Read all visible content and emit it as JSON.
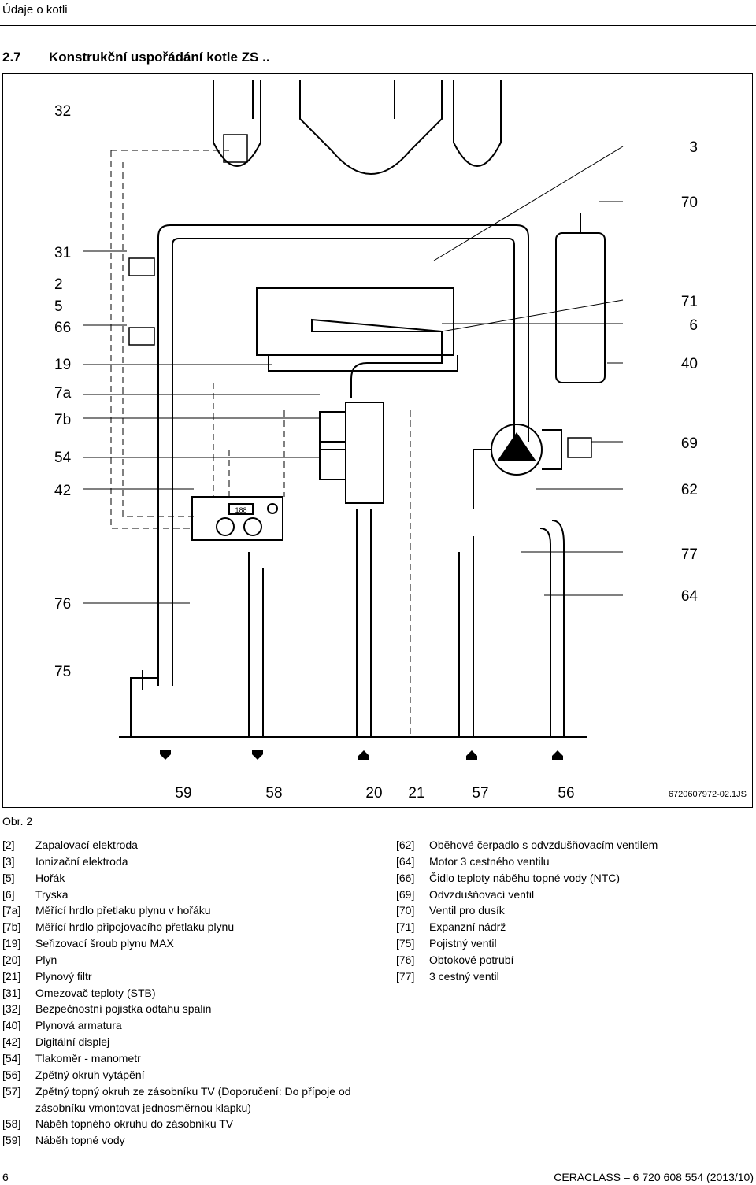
{
  "header": {
    "title": "Údaje o kotli"
  },
  "section": {
    "number": "2.7",
    "title": "Konstrukční uspořádání kotle ZS .."
  },
  "figure": {
    "doc_code": "6720607972-02.1JS",
    "caption": "Obr. 2",
    "labels_left": [
      "32",
      "31",
      "2",
      "5",
      "66",
      "19",
      "7a",
      "7b",
      "54",
      "42",
      "76",
      "75"
    ],
    "labels_right": [
      "3",
      "70",
      "71",
      "6",
      "40",
      "69",
      "62",
      "77",
      "64"
    ],
    "labels_bottom": [
      "59",
      "58",
      "20",
      "21",
      "57",
      "56"
    ],
    "display_readout": "188"
  },
  "legend_left": [
    {
      "key": "[2]",
      "text": "Zapalovací elektroda"
    },
    {
      "key": "[3]",
      "text": "Ionizační elektroda"
    },
    {
      "key": "[5]",
      "text": "Hořák"
    },
    {
      "key": "[6]",
      "text": "Tryska"
    },
    {
      "key": "[7a]",
      "text": "Měřící hrdlo přetlaku plynu v hořáku"
    },
    {
      "key": "[7b]",
      "text": "Měřící hrdlo připojovacího přetlaku plynu"
    },
    {
      "key": "[19]",
      "text": "Seřizovací šroub plynu MAX"
    },
    {
      "key": "[20]",
      "text": "Plyn"
    },
    {
      "key": "[21]",
      "text": "Plynový filtr"
    },
    {
      "key": "[31]",
      "text": "Omezovač teploty (STB)"
    },
    {
      "key": "[32]",
      "text": "Bezpečnostní pojistka odtahu spalin"
    },
    {
      "key": "[40]",
      "text": "Plynová armatura"
    },
    {
      "key": "[42]",
      "text": "Digitální displej"
    },
    {
      "key": "[54]",
      "text": "Tlakoměr - manometr"
    },
    {
      "key": "[56]",
      "text": "Zpětný okruh vytápění"
    },
    {
      "key": "[57]",
      "text": "Zpětný topný okruh ze zásobníku TV (Doporučení: Do přípoje od",
      "cont": "zásobníku vmontovat jednosměrnou klapku)"
    },
    {
      "key": "[58]",
      "text": "Náběh topného okruhu do zásobníku TV"
    },
    {
      "key": "[59]",
      "text": "Náběh topné vody"
    }
  ],
  "legend_right": [
    {
      "key": "[62]",
      "text": "Oběhové čerpadlo s odvzdušňovacím ventilem"
    },
    {
      "key": "[64]",
      "text": "Motor 3 cestného ventilu"
    },
    {
      "key": "[66]",
      "text": "Čidlo teploty náběhu topné vody (NTC)"
    },
    {
      "key": "[69]",
      "text": "Odvzdušňovací ventil"
    },
    {
      "key": "[70]",
      "text": "Ventil pro dusík"
    },
    {
      "key": "[71]",
      "text": "Expanzní nádrž"
    },
    {
      "key": "[75]",
      "text": "Pojistný ventil"
    },
    {
      "key": "[76]",
      "text": "Obtokové potrubí"
    },
    {
      "key": "[77]",
      "text": "3 cestný ventil"
    }
  ],
  "footer": {
    "page": "6",
    "doc": "CERACLASS – 6 720 608 554 (2013/10)"
  }
}
